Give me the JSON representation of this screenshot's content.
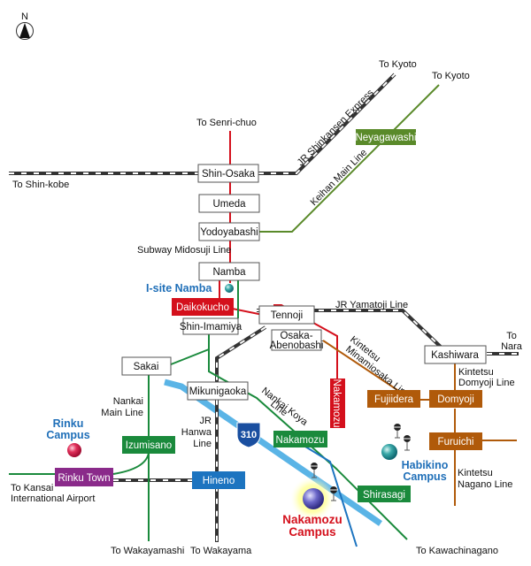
{
  "map": {
    "title": "Access map to university campuses",
    "compass": {
      "label": "N"
    },
    "colors": {
      "subway_red": "#d4101c",
      "nankai_green": "#1a8a3c",
      "keihan_olive": "#5a8a2a",
      "kintetsu_brown": "#b05a0a",
      "semboku_blue": "#1c74c0",
      "rinku_purple": "#8a2a8a",
      "hineno_blue": "#1c74c0",
      "road_lightblue": "#5ab4e6",
      "jr_dark": "#333333",
      "campus_blue_text": "#1f6fb8",
      "campus_red_text": "#d4101c"
    },
    "destinations": {
      "shin_kobe": "To Shin-kobe",
      "senri_chuo": "To Senri-chuo",
      "kyoto_shinkansen": "To Kyoto",
      "kyoto_keihan": "To Kyoto",
      "nara": "To\nNara",
      "nara_line1": "To",
      "nara_line2": "Nara",
      "kansai_airport_line1": "To Kansai",
      "kansai_airport_line2": "International Airport",
      "wakayamashi": "To Wakayamashi",
      "wakayama": "To Wakayama",
      "kawachinagano": "To Kawachinagano"
    },
    "lines": {
      "shinkansen": "JR Shinkansen Express",
      "keihan": "Keihan Main Line",
      "midosuji": "Subway Midosuji Line",
      "yamatoji": "JR Yamatoji Line",
      "minamiosaka_1": "Kintetsu",
      "minamiosaka_2": "Minamiosaka Line",
      "domyoji_1": "Kintetsu",
      "domyoji_2": "Domyoji Line",
      "nagano_1": "Kintetsu",
      "nagano_2": "Nagano Line",
      "nankai_main_1": "Nankai",
      "nankai_main_2": "Main Line",
      "nankai_koya_1": "Nankai Koya",
      "nankai_koya_2": "Line",
      "hanwa_1": "JR",
      "hanwa_2": "Hanwa",
      "hanwa_3": "Line"
    },
    "road": {
      "route_number": "310"
    },
    "stations": {
      "shin_osaka": "Shin-Osaka",
      "umeda": "Umeda",
      "yodoyabashi": "Yodoyabashi",
      "namba": "Namba",
      "daikokucho": "Daikokucho",
      "tennoji": "Tennoji",
      "shin_imamiya": "Shin-Imamiya",
      "osaka_abenobashi_1": "Osaka-",
      "osaka_abenobashi_2": "Abenobashi",
      "sakai": "Sakai",
      "mikunigaoka": "Mikunigaoka",
      "nakamozu_subway": "Nakamozu",
      "nakamozu_nankai": "Nakamozu",
      "kashiwara": "Kashiwara",
      "fujiidera": "Fujiidera",
      "domyoji": "Domyoji",
      "furuichi": "Furuichi",
      "neyagawashi": "Neyagawashi",
      "izumisano": "Izumisano",
      "rinku_town": "Rinku Town",
      "hineno": "Hineno",
      "shirasagi": "Shirasagi"
    },
    "campuses": {
      "isite_namba": "I-site Namba",
      "rinku_1": "Rinku",
      "rinku_2": "Campus",
      "habikino_1": "Habikino",
      "habikino_2": "Campus",
      "nakamozu_1": "Nakamozu",
      "nakamozu_2": "Campus"
    }
  }
}
